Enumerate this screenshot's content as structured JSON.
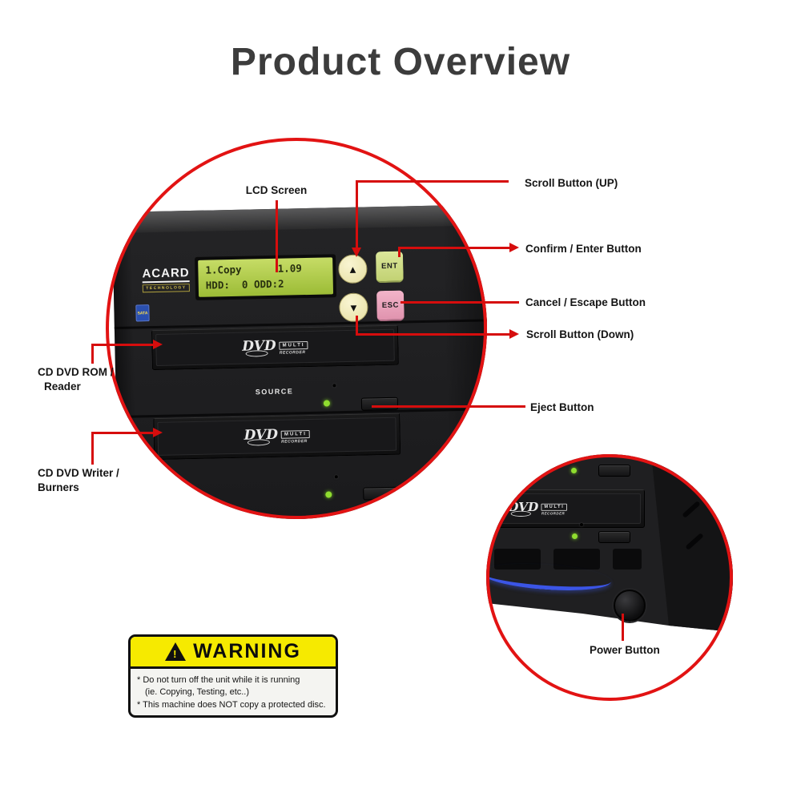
{
  "title": "Product Overview",
  "colors": {
    "accent_red": "#e21313",
    "lcd_green": "#a9c94d",
    "ent_green": "#cdda83",
    "esc_pink": "#eba4bc",
    "key_cream": "#f2edc0",
    "led_green": "#8fdd2f",
    "stripe_blue": "#3b55e6",
    "warning_yellow": "#f6ea00"
  },
  "callouts": {
    "lcd_screen": "LCD Screen",
    "scroll_up": "Scroll Button (UP)",
    "confirm_enter": "Confirm / Enter Button",
    "cancel_escape": "Cancel / Escape Button",
    "scroll_down": "Scroll Button (Down)",
    "reader_line1": "CD DVD ROM /",
    "reader_line2": "Reader",
    "writer_line1": "CD DVD Writer /",
    "writer_line2": "Burners",
    "eject": "Eject Button",
    "power": "Power Button"
  },
  "device": {
    "brand": "ACARD",
    "brand_sub": "TECHNOLOGY",
    "badge": "SATA",
    "lcd_line1": "1.Copy      1.09",
    "lcd_line2": "HDD:  0 ODD:2",
    "btn_up": "▲",
    "btn_down": "▼",
    "btn_ent": "ENT",
    "btn_esc": "ESC",
    "source_label": "SOURCE",
    "dvd_logo": {
      "dvd": "DVD",
      "multi": "MULTI",
      "recorder": "RECORDER"
    }
  },
  "warning": {
    "header": "WARNING",
    "lines": [
      "* Do not turn off the unit while it is running",
      "(ie. Copying, Testing, etc..)",
      "* This machine does NOT copy a protected disc."
    ]
  }
}
